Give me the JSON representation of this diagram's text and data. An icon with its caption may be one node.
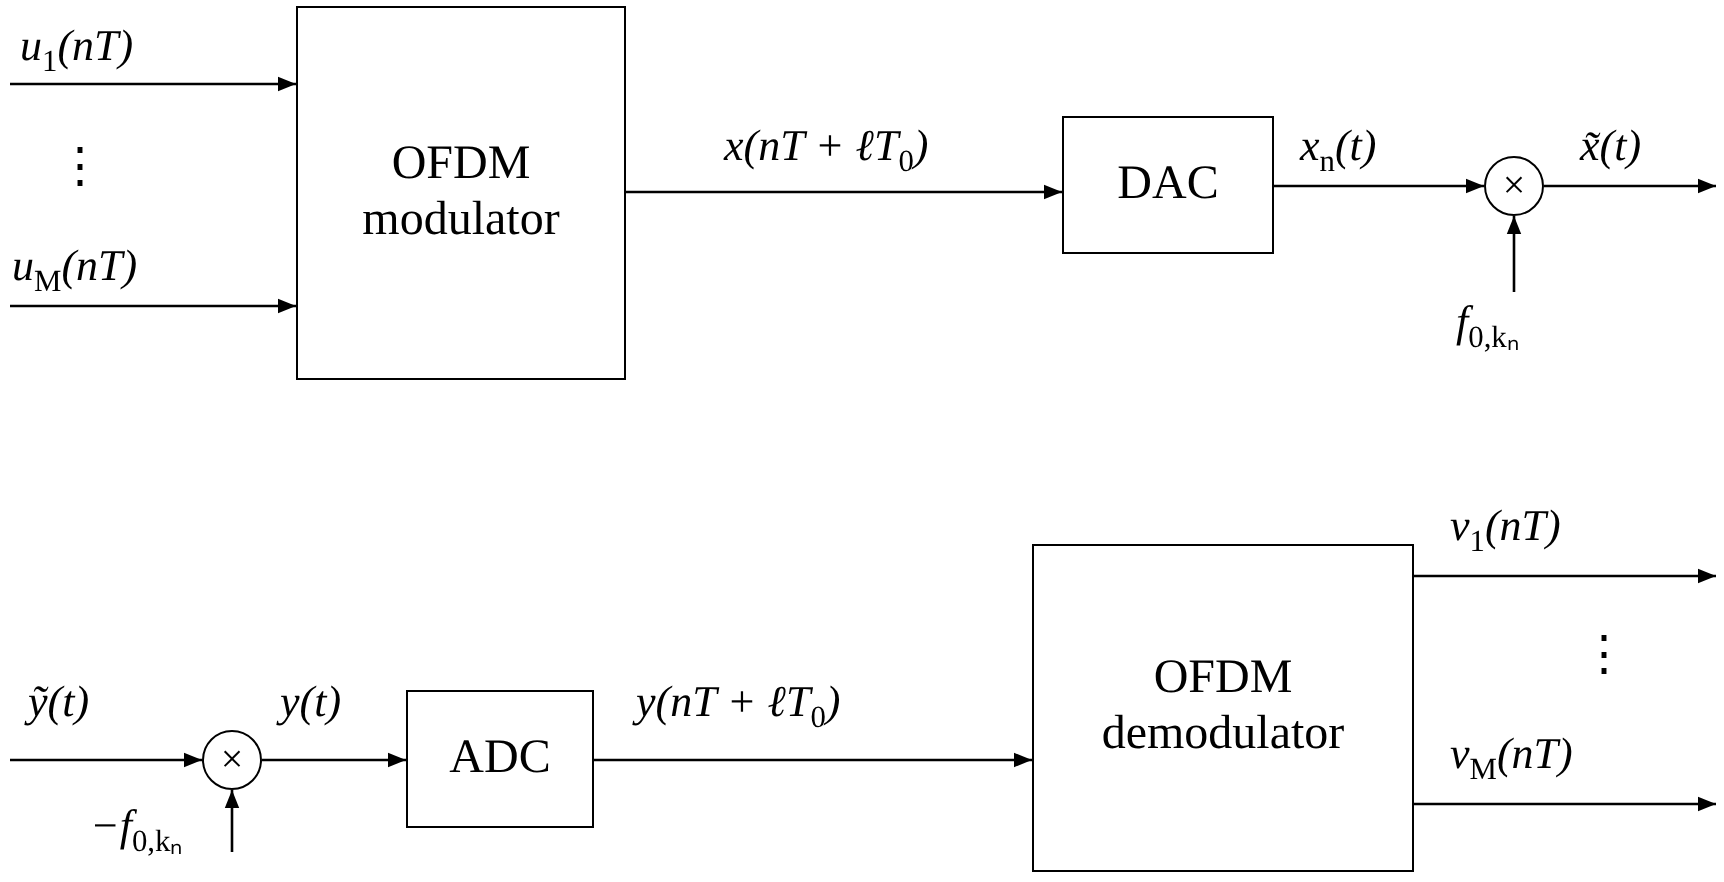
{
  "diagram": {
    "nodes": [
      {
        "text": [
          "OFDM modulator"
        ]
      },
      {
        "text": [
          "DAC"
        ]
      },
      {
        "text": [
          "×"
        ]
      },
      {
        "text": [
          "×"
        ]
      },
      {
        "text": [
          "ADC"
        ]
      },
      {
        "text": [
          "OFDM demodulator"
        ]
      }
    ],
    "edges": [
      {
        "from": null,
        "to": 0,
        "arrow": "to",
        "label": "u$_{1}$(nT)"
      },
      {
        "from": null,
        "to": 0,
        "arrow": "to",
        "label": "u$_{M}$(nT)"
      },
      {
        "from": 0,
        "to": 1,
        "arrow": "to",
        "label": "x(nT + ℓT$_{0}$)"
      },
      {
        "from": 1,
        "to": 2,
        "arrow": "to",
        "label": "x$_{n}$(t)"
      },
      {
        "from": null,
        "to": 2,
        "arrow": "to",
        "label": "f$_{0,kₙ}$"
      },
      {
        "from": 2,
        "to": null,
        "arrow": "to",
        "label": "x̃(t)"
      },
      {
        "from": null,
        "to": 3,
        "arrow": "to",
        "label": "ỹ(t)"
      },
      {
        "from": null,
        "to": 3,
        "arrow": "to",
        "label": "−f$_{0,kₙ}$"
      },
      {
        "from": 3,
        "to": 4,
        "arrow": "to",
        "label": "y(t)"
      },
      {
        "from": 4,
        "to": 5,
        "arrow": "to",
        "label": "y(nT + ℓT$_{0}$)"
      },
      {
        "from": 5,
        "to": null,
        "arrow": "to",
        "label": "v$_{1}$(nT)"
      },
      {
        "from": 5,
        "to": null,
        "arrow": "to",
        "label": "v$_{M}$(nT)"
      }
    ],
    "labels": [
      "⋮",
      "⋮"
    ]
  }
}
